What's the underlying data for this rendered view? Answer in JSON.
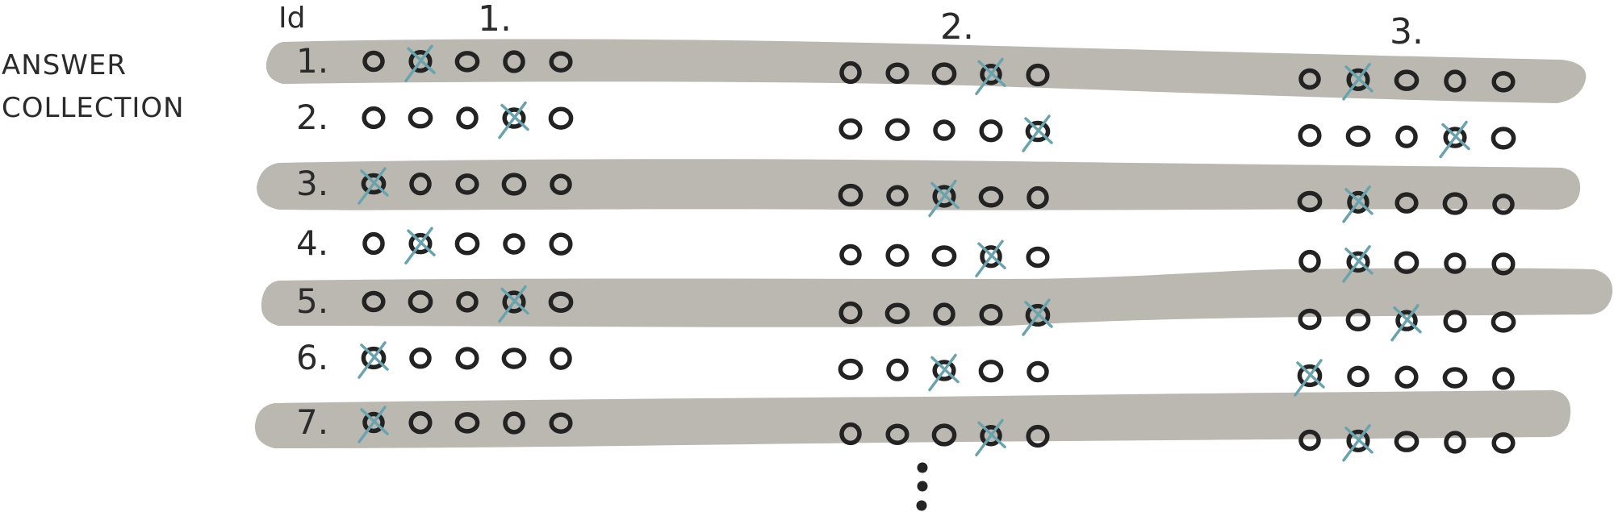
{
  "title": {
    "line1": "ANSWER",
    "line2": "COLLECTION"
  },
  "id_label": "Id",
  "questions": [
    "1.",
    "2.",
    "3."
  ],
  "colors": {
    "band": "#bab8b1",
    "bubble": "#232323",
    "mark": "#6aa3ad"
  },
  "continuation": "more rows (vertical ellipsis)",
  "options_per_question": 5,
  "students": [
    {
      "id": "1.",
      "answers": [
        2,
        4,
        2
      ]
    },
    {
      "id": "2.",
      "answers": [
        4,
        5,
        4
      ]
    },
    {
      "id": "3.",
      "answers": [
        1,
        3,
        2
      ]
    },
    {
      "id": "4.",
      "answers": [
        2,
        4,
        2
      ]
    },
    {
      "id": "5.",
      "answers": [
        4,
        5,
        3
      ]
    },
    {
      "id": "6.",
      "answers": [
        1,
        3,
        1
      ]
    },
    {
      "id": "7.",
      "answers": [
        1,
        4,
        2
      ]
    }
  ]
}
